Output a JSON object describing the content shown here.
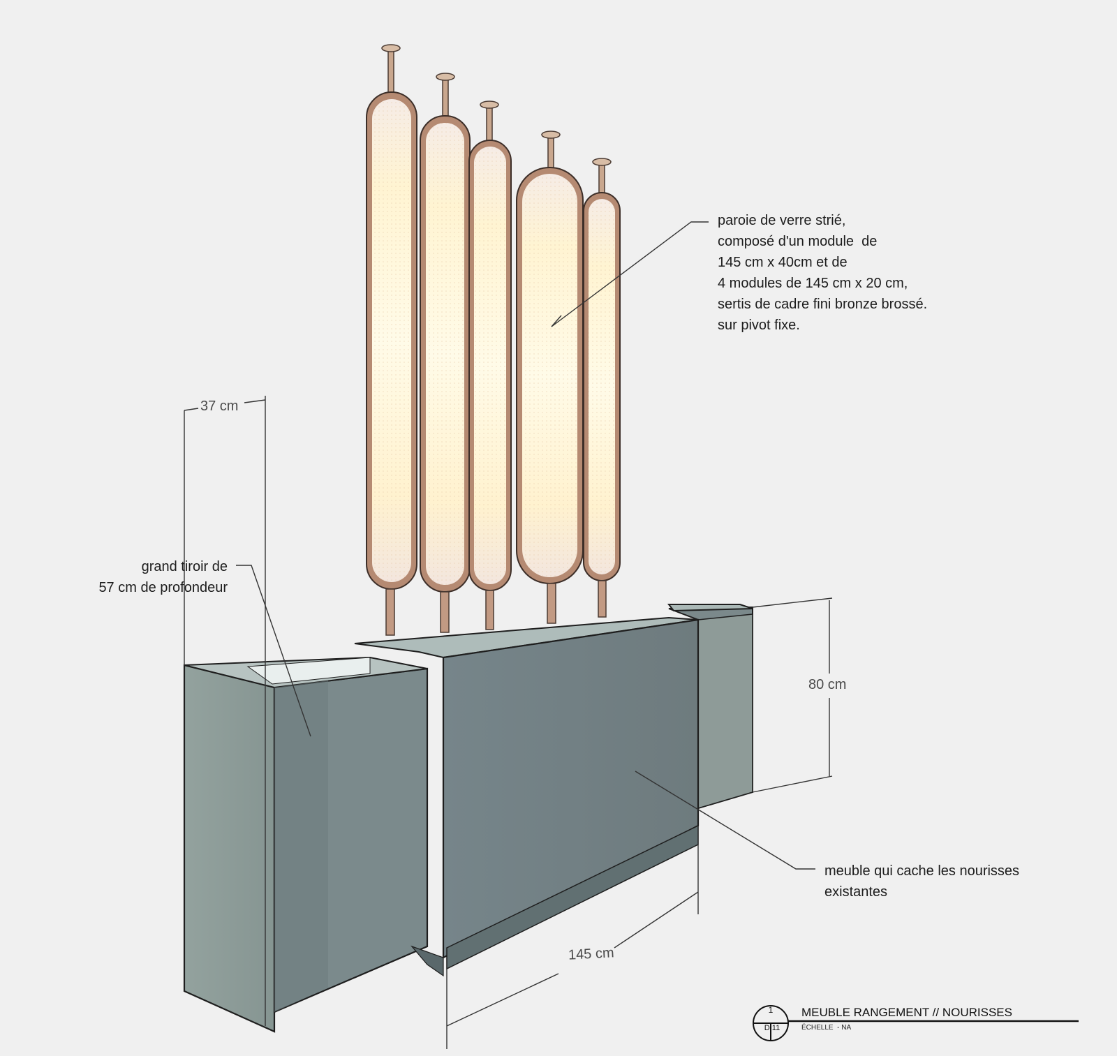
{
  "annotations": {
    "glass_partition": "paroie de verre strié,\ncomposé d'un module  de\n145 cm x 40cm et de\n4 modules de 145 cm x 20 cm,\nsertis de cadre fini bronze brossé.\nsur pivot fixe.",
    "drawer": "grand tiroir de\n57 cm de profondeur",
    "cabinet": "meuble qui cache les nourisses\nexistantes"
  },
  "dimensions": {
    "depth": "37 cm",
    "height": "80 cm",
    "width": "145 cm"
  },
  "title_block": {
    "detail_number": "1",
    "sheet": "D.11",
    "title": "MEUBLE RANGEMENT // NOURISSES",
    "scale": "ÉCHELLE  - NA"
  },
  "colors": {
    "background": "#f0f0f0",
    "cabinet_front": "#717f81",
    "cabinet_side": "#8e9d99",
    "cabinet_top": "#b0bdbb",
    "bronze_frame": "#b58a72",
    "glass_glow": "#fff4dc"
  }
}
